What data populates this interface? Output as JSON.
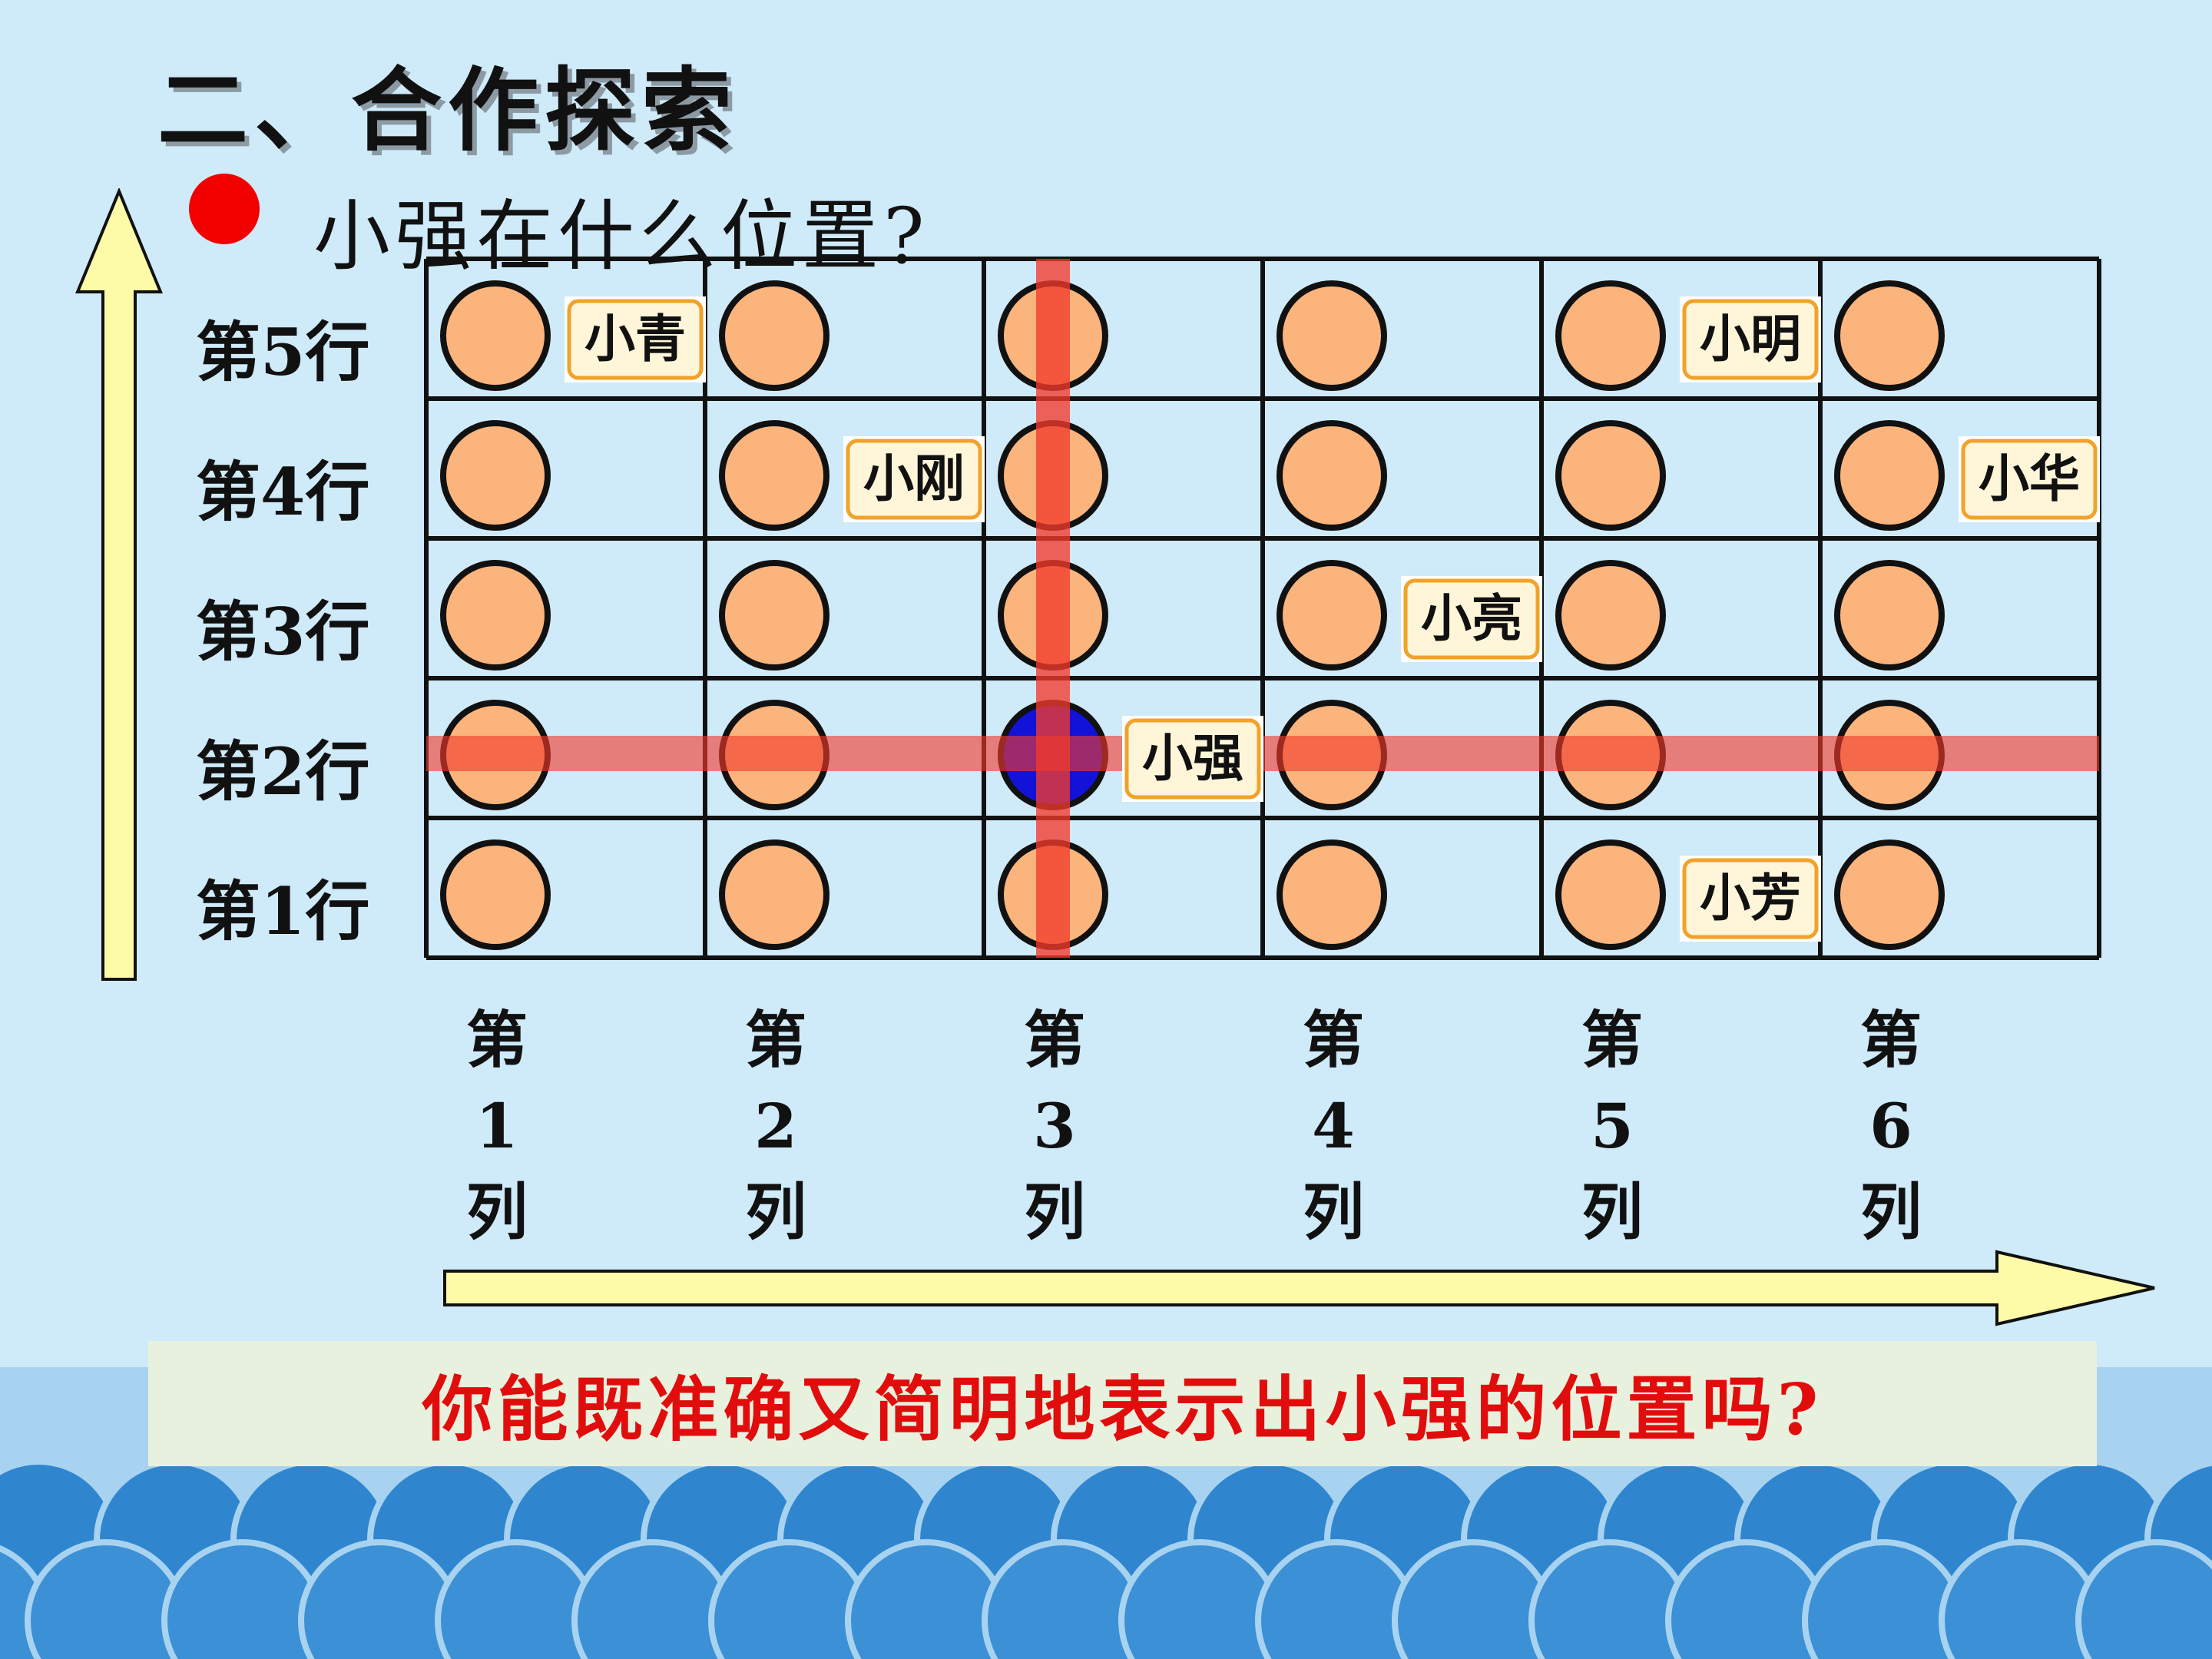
{
  "slide": {
    "title": "二、合作探索",
    "question": "小强在什么位置?",
    "prompt": "你能既准确又简明地表示出小强的位置吗?"
  },
  "rows": {
    "row5": "第5行",
    "row4": "第4行",
    "row3": "第3行",
    "row2": "第2行",
    "row1": "第1行"
  },
  "columns": [
    {
      "di": "第",
      "num": "1",
      "lie": "列"
    },
    {
      "di": "第",
      "num": "2",
      "lie": "列"
    },
    {
      "di": "第",
      "num": "3",
      "lie": "列"
    },
    {
      "di": "第",
      "num": "4",
      "lie": "列"
    },
    {
      "di": "第",
      "num": "5",
      "lie": "列"
    },
    {
      "di": "第",
      "num": "6",
      "lie": "列"
    }
  ],
  "grid": {
    "columns": 6,
    "rows": 5
  },
  "students": [
    {
      "name": "小青",
      "col": 1,
      "row": 5
    },
    {
      "name": "小明",
      "col": 5,
      "row": 5
    },
    {
      "name": "小刚",
      "col": 2,
      "row": 4
    },
    {
      "name": "小华",
      "col": 6,
      "row": 4
    },
    {
      "name": "小亮",
      "col": 4,
      "row": 3
    },
    {
      "name": "小强",
      "col": 3,
      "row": 2
    },
    {
      "name": "小芳",
      "col": 5,
      "row": 1
    }
  ],
  "highlight": {
    "name": "小强",
    "col": 3,
    "row": 2
  },
  "colors": {
    "background": "#cfeaf9",
    "seat": "#fbb47c",
    "seat_highlight": "#1212d8",
    "highlight_line": "#f23a2c",
    "arrow": "#fdfba8",
    "prompt_text": "#e10d0d",
    "wave": "#2f86cf"
  }
}
